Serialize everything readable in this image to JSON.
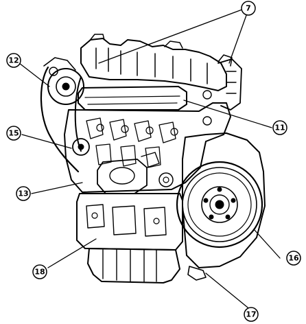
{
  "figure": {
    "callouts": [
      {
        "id": "7",
        "label": "7"
      },
      {
        "id": "11",
        "label": "11"
      },
      {
        "id": "12",
        "label": "12"
      },
      {
        "id": "13",
        "label": "13"
      },
      {
        "id": "15",
        "label": "15"
      },
      {
        "id": "16",
        "label": "16"
      },
      {
        "id": "17",
        "label": "17"
      },
      {
        "id": "18",
        "label": "18"
      }
    ]
  }
}
